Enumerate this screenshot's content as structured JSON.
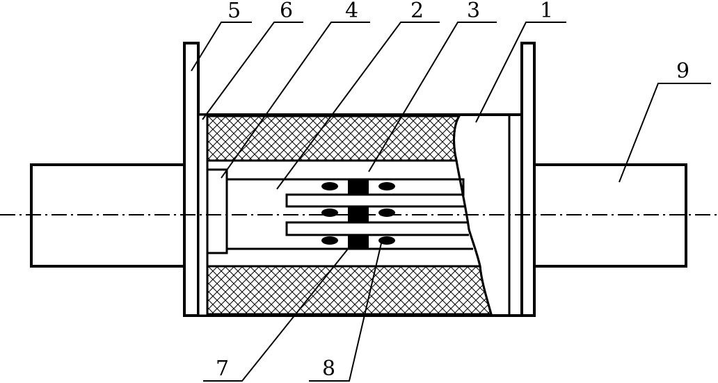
{
  "labels": {
    "l1": "1",
    "l2": "2",
    "l3": "3",
    "l4": "4",
    "l5": "5",
    "l6": "6",
    "l7": "7",
    "l8": "8",
    "l9": "9"
  },
  "colors": {
    "stroke": "#000000",
    "background": "#ffffff"
  }
}
